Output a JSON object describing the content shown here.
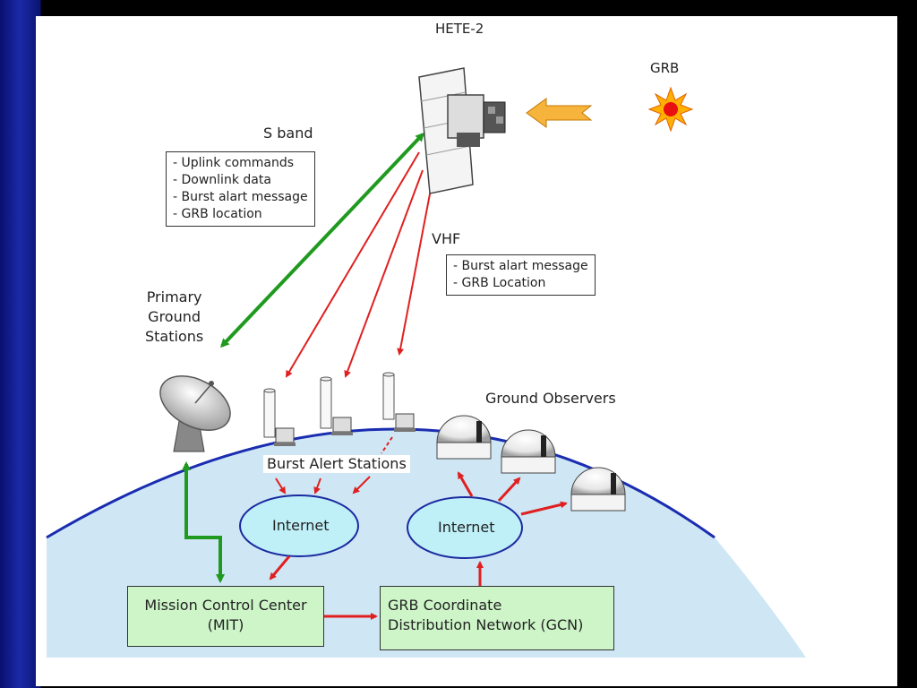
{
  "satellite": {
    "label": "HETE-2"
  },
  "grb": {
    "label": "GRB"
  },
  "sband": {
    "label": "S band",
    "items": [
      "- Uplink commands",
      "- Downlink data",
      "- Burst alart message",
      "- GRB location"
    ]
  },
  "vhf": {
    "label": "VHF",
    "items": [
      "- Burst alart message",
      "- GRB Location"
    ]
  },
  "primary_ground_stations": {
    "lines": [
      "Primary",
      "Ground",
      "Stations"
    ]
  },
  "ground_observers": {
    "label": "Ground Observers"
  },
  "burst_alert_stations": {
    "label": "Burst Alert Stations"
  },
  "internet_left": {
    "label": "Internet"
  },
  "internet_right": {
    "label": "Internet"
  },
  "mission_control": {
    "lines": [
      "Mission Control Center",
      "(MIT)"
    ]
  },
  "gcn": {
    "lines": [
      "GRB Coordinate",
      "Distribution Network (GCN)"
    ]
  },
  "colors": {
    "green_link": "#1f9a1f",
    "red_link": "#e02020",
    "earth_fill": "#cfe6f5",
    "horizon": "#1a2db0",
    "cloud_fill": "#bff0f8",
    "box_fill": "#cdf5c8",
    "burst_arrow": "#f7b43c"
  }
}
